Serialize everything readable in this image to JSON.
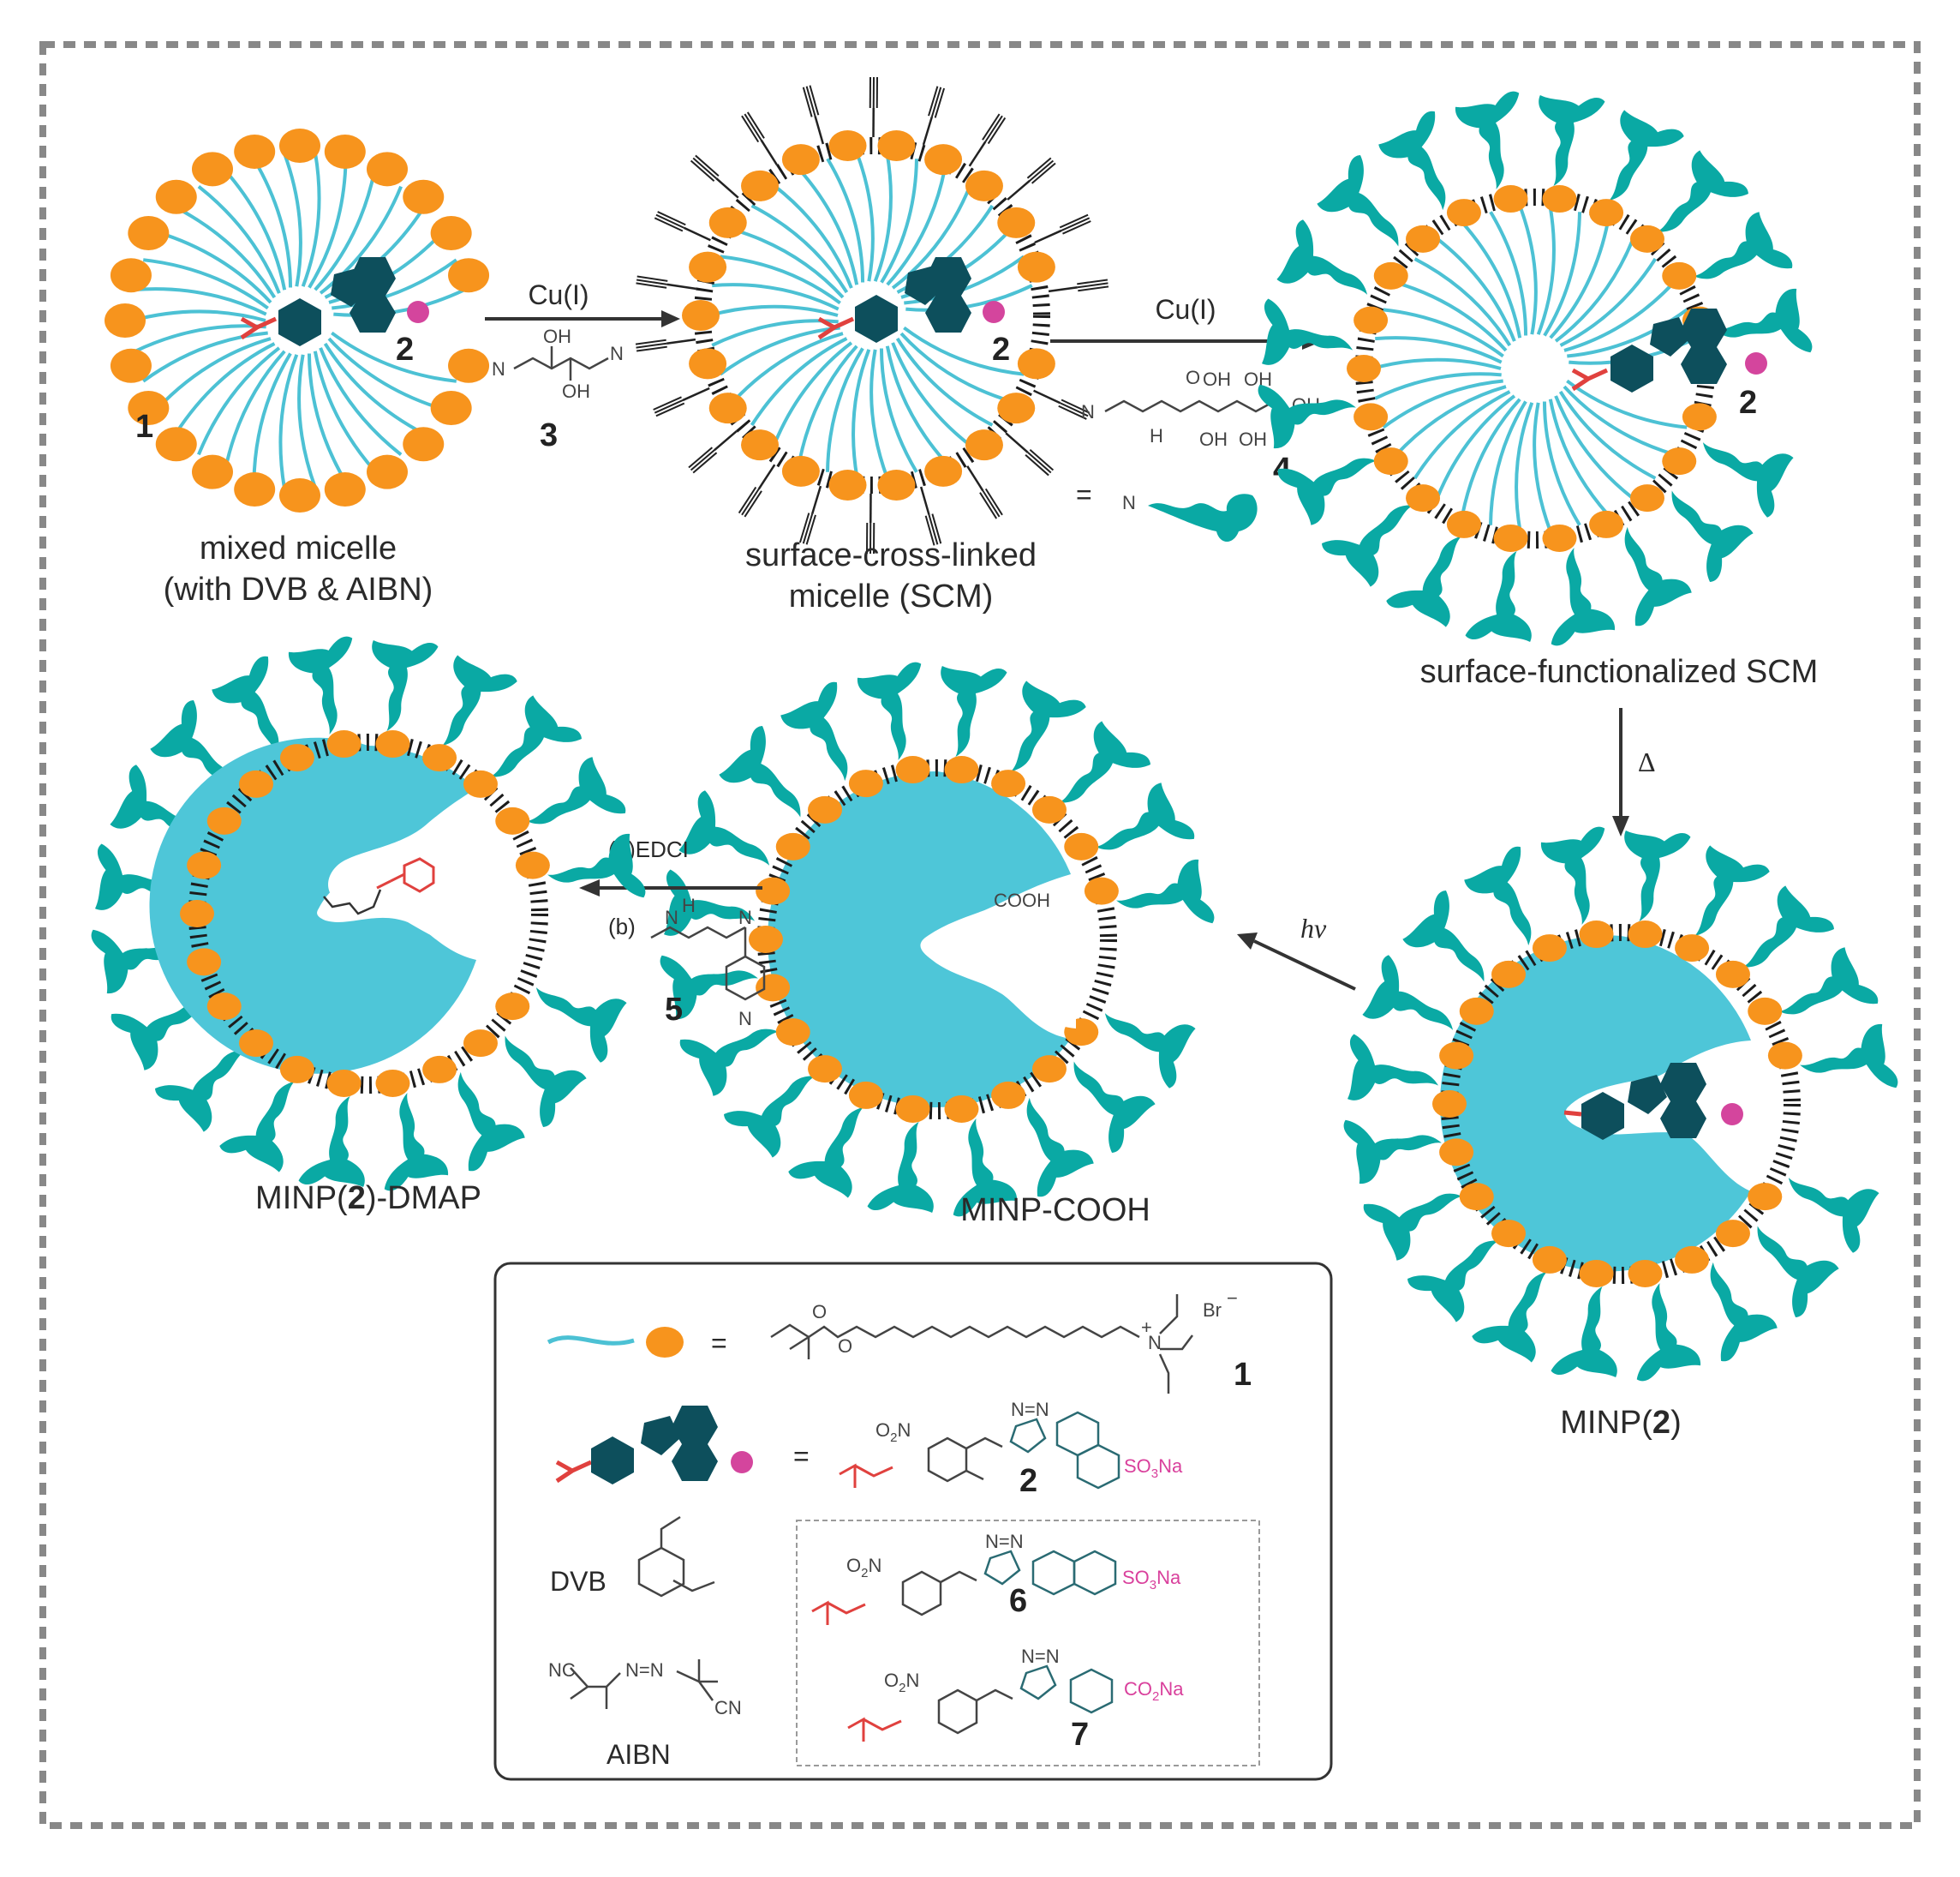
{
  "colors": {
    "head": "#f7941d",
    "head_dark": "#b85f00",
    "tail": "#4cc1d4",
    "cavity": "#4ec6d8",
    "tag": "#0aa9a4",
    "template": "#0d4f5c",
    "pink": "#d4459d",
    "red": "#e0413e",
    "crosslink": "#1c1c1c",
    "border": "#888888"
  },
  "stage_labels": {
    "mixed_micelle_line1": "mixed micelle",
    "mixed_micelle_line2": "(with DVB & AIBN)",
    "scm_line1": "surface-cross-linked",
    "scm_line2": "micelle (SCM)",
    "sf_scm": "surface-functionalized SCM",
    "minp2_pre": "MINP(",
    "minp2_num": "2",
    "minp2_post": ")",
    "minp_cooh": "MINP-COOH",
    "minp_dmap_pre": "MINP(",
    "minp_dmap_num": "2",
    "minp_dmap_post": ")-DMAP"
  },
  "numbers": {
    "n1": "1",
    "n2": "2",
    "n3": "3",
    "n4": "4",
    "n5": "5",
    "n6": "6",
    "n7": "7"
  },
  "reagents": {
    "cu1_first": "Cu(I)",
    "cu1_second": "Cu(I)",
    "delta": "Δ",
    "hv": "hν",
    "edci": "(a)EDCI",
    "b": "(b)",
    "cooh": "COOH",
    "equals": "="
  },
  "chem_text": {
    "n3": "N",
    "n3_sub": "3",
    "oh": "OH",
    "h": "H",
    "br": "Br",
    "br_sup": "−",
    "nitro": "O",
    "nitro_sub": "2",
    "nitro_n": "N",
    "o": "O",
    "so3na_a": "SO",
    "so3na_sub": "3",
    "so3na_b": "Na",
    "co2na_a": "CO",
    "co2na_sub": "2",
    "co2na_b": "Na",
    "triazole": "N=N",
    "n": "N",
    "nc": "NC",
    "cn": "CN",
    "plus": "+",
    "dvb": "DVB",
    "aibn": "AIBN",
    "azo": "N=N"
  }
}
